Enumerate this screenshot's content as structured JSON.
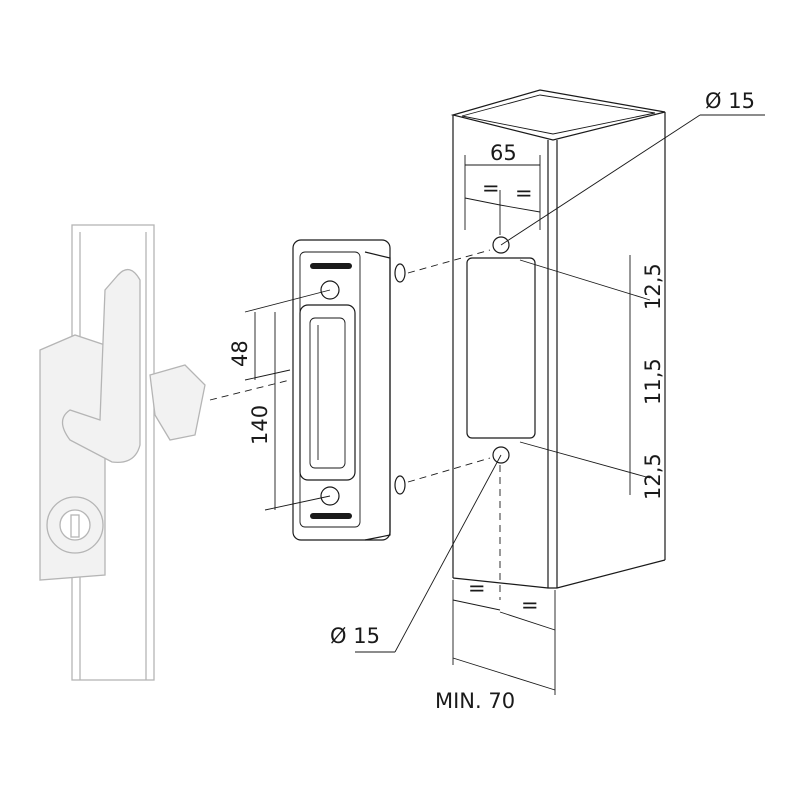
{
  "labels": {
    "hole_top": "Ø 15",
    "hole_bottom": "Ø 15",
    "width_65": "65",
    "equal_top_left": "=",
    "equal_top_right": "=",
    "dim_12_5_top": "12,5",
    "dim_11_5": "11,5",
    "dim_12_5_bottom": "12,5",
    "dim_48": "48",
    "dim_140": "140",
    "equal_bottom_left": "=",
    "equal_bottom_right": "=",
    "min_width": "MIN. 70"
  }
}
